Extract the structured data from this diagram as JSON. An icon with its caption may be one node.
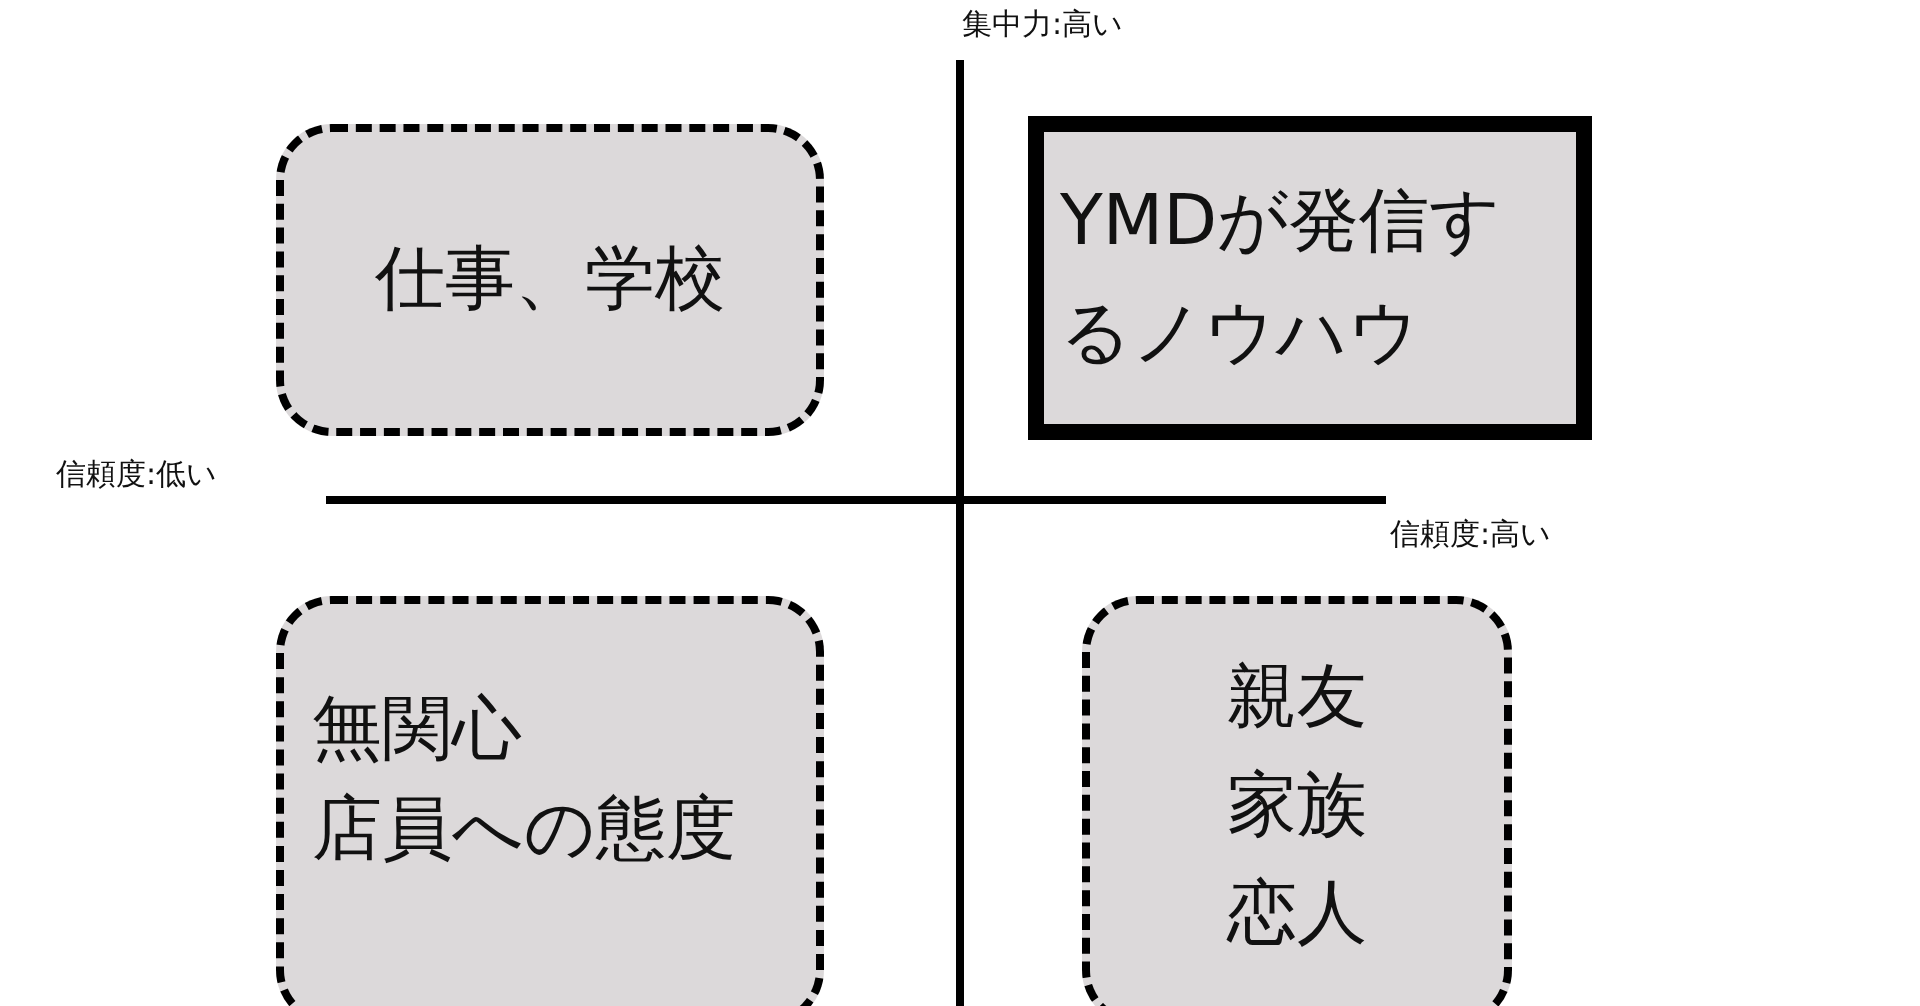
{
  "diagram": {
    "nodes": [
      {
        "text": [
          "仕事、学校"
        ]
      },
      {
        "text": [
          "YMDが発信するノウハウ"
        ]
      },
      {
        "text": [
          "無関心",
          "店員への態度"
        ]
      },
      {
        "text": [
          "親友",
          "家族",
          "恋人"
        ]
      }
    ],
    "labels": [
      "集中力:高い",
      "信頼度:低い",
      "信頼度:高い"
    ]
  }
}
